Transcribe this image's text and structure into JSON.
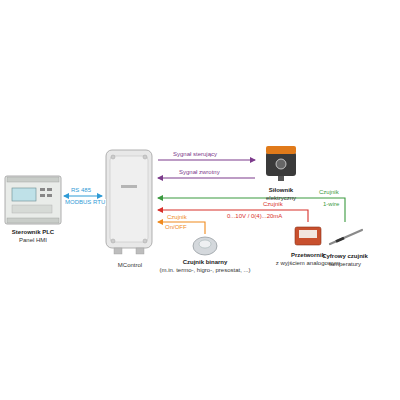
{
  "diagram": {
    "nodes": [
      {
        "text": [
          "Sterownik PLC",
          "Panel HMI"
        ]
      },
      {
        "text": [
          "MControl"
        ]
      },
      {
        "text": [
          "Siłownik",
          "elektryczny"
        ]
      },
      {
        "text": [
          "Cyfrowy czujnik",
          "temperatury"
        ]
      },
      {
        "text": [
          "Przetwornik",
          "z wyjściem analogowym"
        ]
      },
      {
        "text": [
          "Czujnik binarny",
          "(m.in. termo-, higro-, presostat, ...)"
        ]
      }
    ],
    "edges": [
      {
        "from": 0,
        "to": 1,
        "arrow": "both",
        "label": "RS 485"
      },
      {
        "from": 1,
        "to": 2,
        "arrow": "to",
        "label": "Sygnał sterujący"
      },
      {
        "from": 2,
        "to": 1,
        "arrow": "to",
        "label": "Sygnał zwrotny"
      },
      {
        "from": 3,
        "to": 1,
        "arrow": "to",
        "label": "Czujnik"
      },
      {
        "from": 4,
        "to": 1,
        "arrow": "to",
        "label": "Czujnik"
      },
      {
        "from": 5,
        "to": 1,
        "arrow": "to",
        "label": "Czujnik"
      }
    ],
    "labels": [
      "MODBUS RTU",
      "1-wire",
      "0...10V / 0(4)...20mA",
      "On/OFF"
    ]
  }
}
